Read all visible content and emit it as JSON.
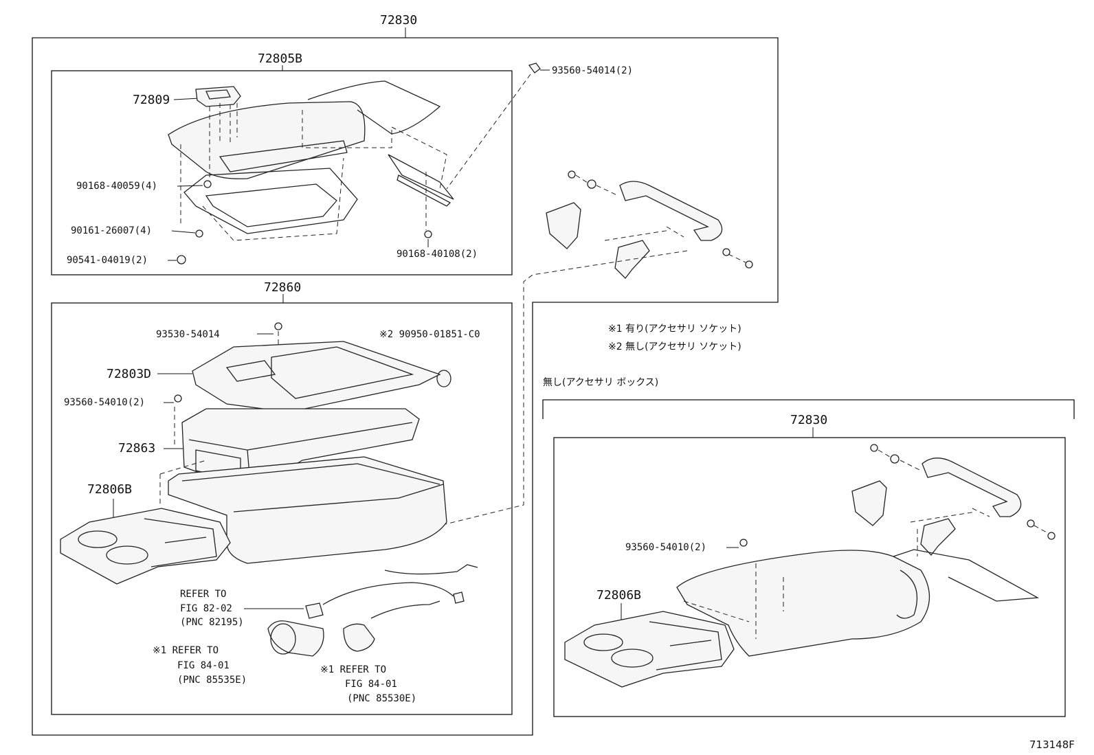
{
  "diagram": {
    "assembly_top": "72830",
    "assembly_right": "72830",
    "figure_code": "713148F",
    "upper_box": {
      "title": "72805B",
      "labels": {
        "p72809": "72809",
        "p90168_40059": "90168-40059(4)",
        "p90161_26007": "90161-26007(4)",
        "p90541_04019": "90541-04019(2)",
        "p90168_40108": "90168-40108(2)"
      }
    },
    "screw_93560_54014": "93560-54014(2)",
    "lower_box": {
      "title": "72860",
      "labels": {
        "p93530_54014": "93530-54014",
        "p90950": "※2 90950-01851-C0",
        "p72803D": "72803D",
        "p93560_54010": "93560-54010(2)",
        "p72863": "72863",
        "p72806B": "72806B"
      },
      "refs": {
        "r1_l1": "REFER TO",
        "r1_l2": "FIG 82-02",
        "r1_l3": "(PNC 82195)",
        "r2_l1": "※1 REFER TO",
        "r2_l2": "FIG 84-01",
        "r2_l3": "(PNC 85535E)",
        "r3_l1": "※1 REFER TO",
        "r3_l2": "FIG 84-01",
        "r3_l3": "(PNC 85530E)"
      }
    },
    "notes": {
      "n1": "※1  有り(アクセサリ  ソケット)",
      "n2": "※2  無し(アクセサリ  ソケット)",
      "variant": "無し(アクセサリ  ボックス)"
    },
    "right_box": {
      "p93560_54010": "93560-54010(2)",
      "p72806B": "72806B"
    }
  }
}
